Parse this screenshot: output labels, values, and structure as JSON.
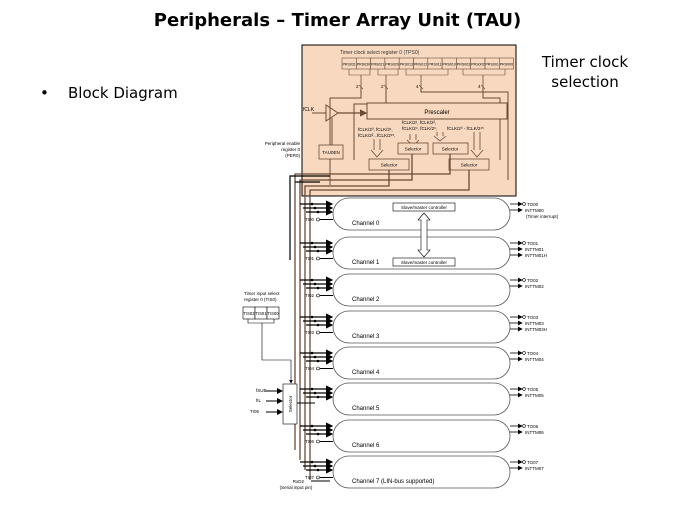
{
  "slide": {
    "title": "Peripherals – Timer Array Unit (TAU)",
    "bullet": "Block Diagram",
    "bullet_marker": "•",
    "side_note_line1": "Timer clock",
    "side_note_line2": "selection"
  },
  "colors": {
    "highlight_bg": "#f8d9c0",
    "bus_brown": "#6b4a35",
    "line": "#000000"
  },
  "diagram": {
    "tps_label": "Timer clock select register 0 (TPS0)",
    "tps_bits": [
      "PRS031",
      "PRS030",
      "PRS021",
      "PRS020",
      "PRS013",
      "PRS012",
      "PRS011",
      "PRS010",
      "PRS003",
      "PRS002",
      "PRS001",
      "PRS000"
    ],
    "bus_widths": [
      "2",
      "2",
      "4",
      "4"
    ],
    "fclk_label": "fCLK",
    "prescaler_label": "Prescaler",
    "clk_group_a": [
      "fCLK/2⁰, fCLK/2¹,",
      "fCLK/2²...fCLK/2¹⁵,"
    ],
    "clk_group_b": [
      "fCLK/2¹, fCLK/2²,",
      "fCLK/2⁴, fCLK/2⁶,"
    ],
    "clk_group_c": "fCLK/2⁰ - fCLK/2¹⁵",
    "selector_label": "Selector",
    "per0_label_lines": [
      "Peripheral enable",
      "register 0",
      "(PER0)"
    ],
    "tau0en_label": "TAU0EN",
    "slave_master_label": "Slave/master controller",
    "tis_label_lines": [
      "Timer input select",
      "register 0 (TIS0)"
    ],
    "tis_bits": [
      "TIS02",
      "TIS01",
      "TIS00"
    ],
    "selector_inputs": [
      "fSUB",
      "fIL",
      "TI05"
    ],
    "serial_note": "(Serial input pin)",
    "rxd_label": "RxD2",
    "channels": [
      {
        "name": "Channel 0",
        "input": "TI00",
        "outputs": [
          "TO00",
          "INTTM00",
          "(Timer interrupt)"
        ]
      },
      {
        "name": "Channel 1",
        "input": "TI01",
        "outputs": [
          "TO01",
          "INTTM01",
          "INTTM01H"
        ]
      },
      {
        "name": "Channel 2",
        "input": "TI02",
        "outputs": [
          "TO02",
          "INTTM02"
        ]
      },
      {
        "name": "Channel 3",
        "input": "TI03",
        "outputs": [
          "TO03",
          "INTTM03",
          "INTTM03H"
        ]
      },
      {
        "name": "Channel 4",
        "input": "TI04",
        "outputs": [
          "TO04",
          "INTTM04"
        ]
      },
      {
        "name": "Channel 5",
        "input": "",
        "outputs": [
          "TO05",
          "INTTM05"
        ]
      },
      {
        "name": "Channel 6",
        "input": "TI06",
        "outputs": [
          "TO06",
          "INTTM06"
        ]
      },
      {
        "name": "Channel 7 (LIN-bus supported)",
        "input": "TI07",
        "outputs": [
          "TO07",
          "INTTM07"
        ]
      }
    ]
  }
}
